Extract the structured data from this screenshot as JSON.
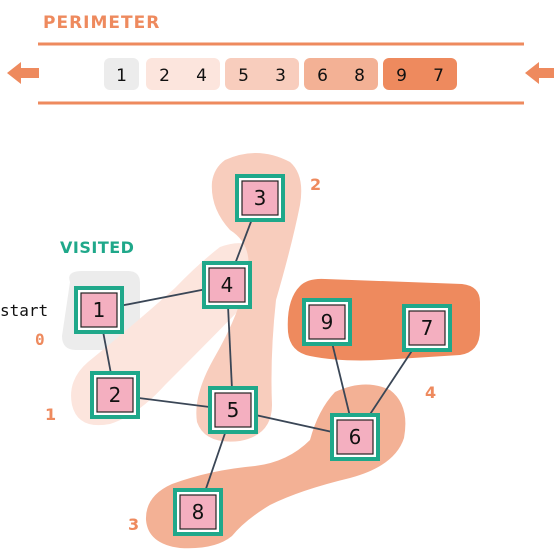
{
  "perimeter": {
    "title": "PERIMETER",
    "groups": [
      {
        "level": 0,
        "items": [
          "1"
        ]
      },
      {
        "level": 1,
        "items": [
          "2",
          "4"
        ]
      },
      {
        "level": 2,
        "items": [
          "5",
          "3"
        ]
      },
      {
        "level": 3,
        "items": [
          "6",
          "8"
        ]
      },
      {
        "level": 4,
        "items": [
          "9",
          "7"
        ]
      }
    ]
  },
  "visited_label": "VISITED",
  "start_label": "start",
  "nodes": [
    {
      "id": "1",
      "level": 0
    },
    {
      "id": "2",
      "level": 1
    },
    {
      "id": "3",
      "level": 2
    },
    {
      "id": "4",
      "level": 1
    },
    {
      "id": "5",
      "level": 2
    },
    {
      "id": "6",
      "level": 3
    },
    {
      "id": "7",
      "level": 4
    },
    {
      "id": "8",
      "level": 3
    },
    {
      "id": "9",
      "level": 4
    }
  ],
  "edges": [
    [
      "1",
      "4"
    ],
    [
      "1",
      "2"
    ],
    [
      "3",
      "4"
    ],
    [
      "4",
      "5"
    ],
    [
      "2",
      "5"
    ],
    [
      "5",
      "6"
    ],
    [
      "5",
      "8"
    ],
    [
      "9",
      "6"
    ],
    [
      "7",
      "6"
    ]
  ],
  "level_labels": [
    "0",
    "1",
    "2",
    "3",
    "4"
  ],
  "colors": {
    "accent": "#ee8a5e",
    "visited": "#1fa88a",
    "node_fill": "#f4afc0",
    "edge": "#3a4656",
    "level_fills": [
      "#ececec",
      "#fce5dd",
      "#f8cdbd",
      "#f3b195",
      "#ee8a5e"
    ]
  }
}
